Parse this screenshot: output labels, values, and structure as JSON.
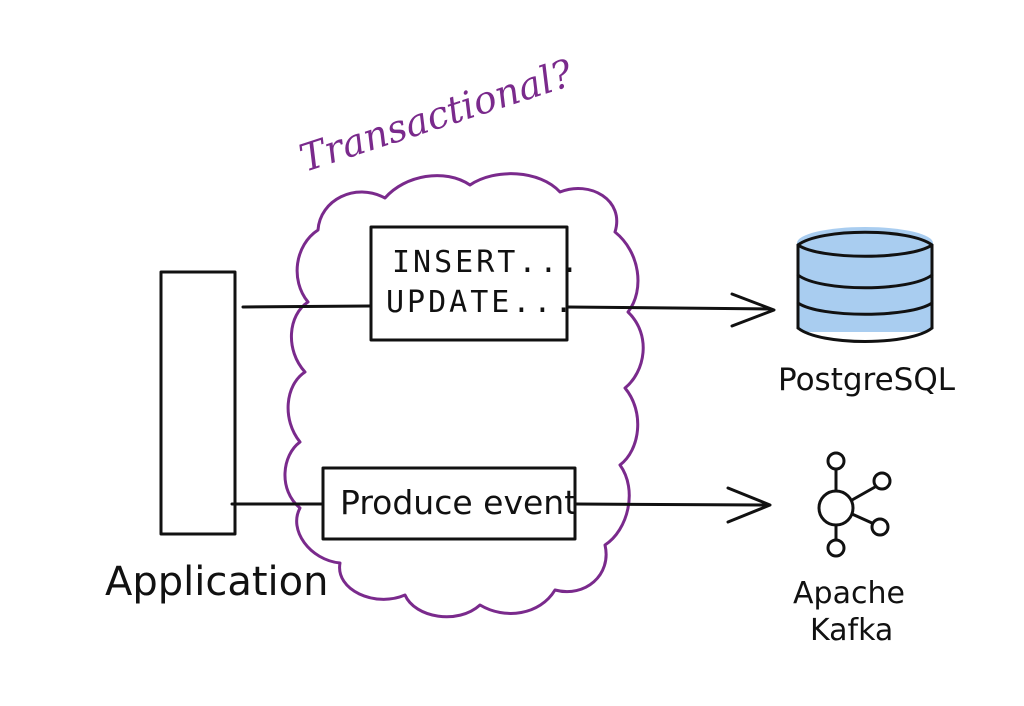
{
  "title": "Transactional?",
  "application": {
    "label": "Application"
  },
  "sql_box": {
    "line1": "INSERT...",
    "line2": "UPDATE..."
  },
  "event_box": {
    "label": "Produce event"
  },
  "postgres": {
    "label": "PostgreSQL",
    "icon": "database-icon"
  },
  "kafka": {
    "label_line1": "Apache",
    "label_line2": "Kafka",
    "icon": "kafka-icon"
  },
  "colors": {
    "ink": "#111111",
    "transaction_boundary": "#7a2a8c",
    "database_fill": "#a9cdf0"
  }
}
